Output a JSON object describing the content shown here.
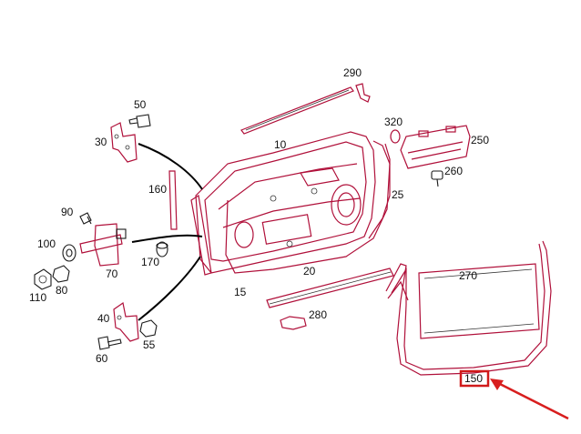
{
  "diagram": {
    "labels": {
      "l10": "10",
      "l15": "15",
      "l20": "20",
      "l25": "25",
      "l30": "30",
      "l40": "40",
      "l50": "50",
      "l55": "55",
      "l60": "60",
      "l70": "70",
      "l80": "80",
      "l90": "90",
      "l100": "100",
      "l110": "110",
      "l150": "150",
      "l160": "160",
      "l170": "170",
      "l250": "250",
      "l260": "260",
      "l270": "270",
      "l280": "280",
      "l290": "290",
      "l320": "320"
    },
    "highlight_color": "#d01a1a",
    "outline_color": "#b0103a",
    "pointer_arrow_color": "#d81e1e"
  }
}
